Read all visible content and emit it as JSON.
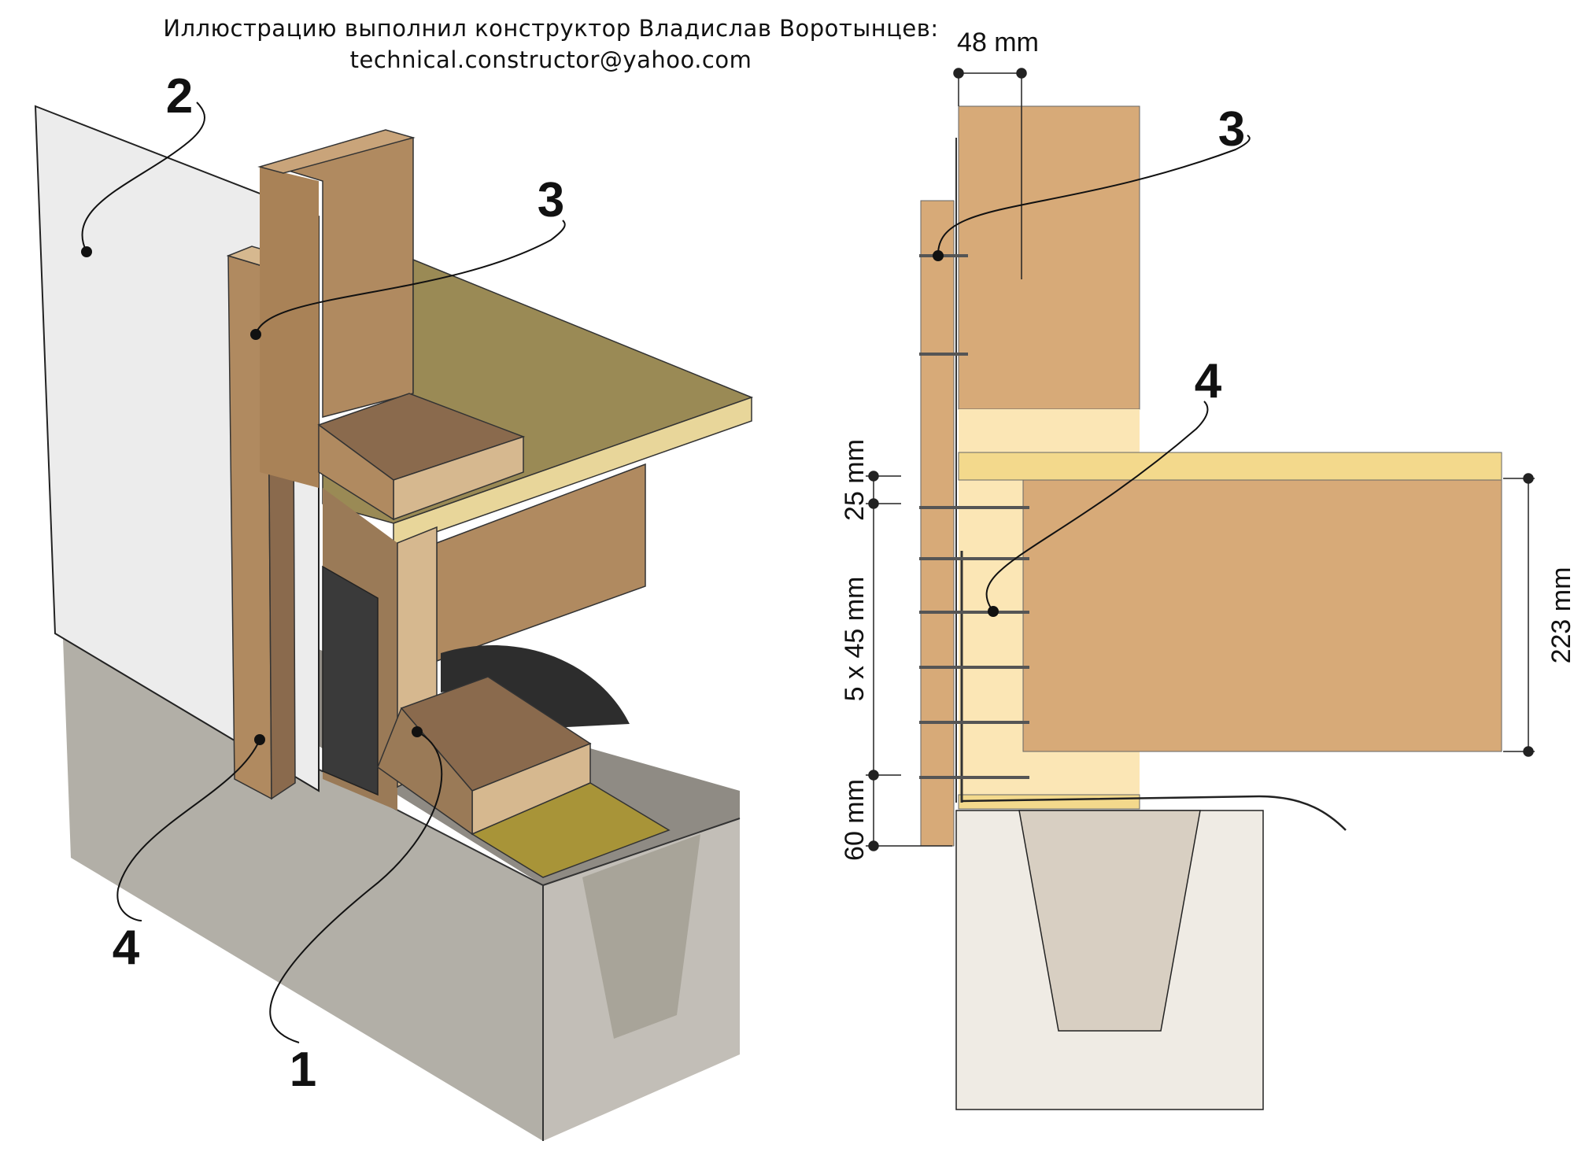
{
  "credit": {
    "line1": "Иллюстрацию выполнил конструктор Владислав Воротынцев:",
    "line2": "technical.constructor@yahoo.com"
  },
  "callouts": {
    "iso_1": "1",
    "iso_2": "2",
    "iso_3": "3",
    "iso_4": "4",
    "sec_3": "3",
    "sec_4": "4"
  },
  "dimensions": {
    "top_width": "48 mm",
    "gap_top": "25 mm",
    "spacing": "5 x 45 mm",
    "bottom": "60 mm",
    "joist_height": "223 mm"
  },
  "colors": {
    "wood": "#b08a60",
    "wood_light": "#d6b88f",
    "wood_dark": "#8a6a4d",
    "osb": "#9a8a55",
    "osb_edge": "#e8d69a",
    "concrete": "#b5b1a8",
    "concrete_light": "#d8d5cf",
    "membrane": "#3a3a3a",
    "plank": "#e9e9e9",
    "section_wood": "#d7aa78",
    "section_insul": "#fbe6b5",
    "section_strip": "#f3d98c",
    "section_footing": "#efebe4",
    "section_trench": "#d8cfc2"
  },
  "icons": {
    "dot": "callout-dot-icon"
  }
}
